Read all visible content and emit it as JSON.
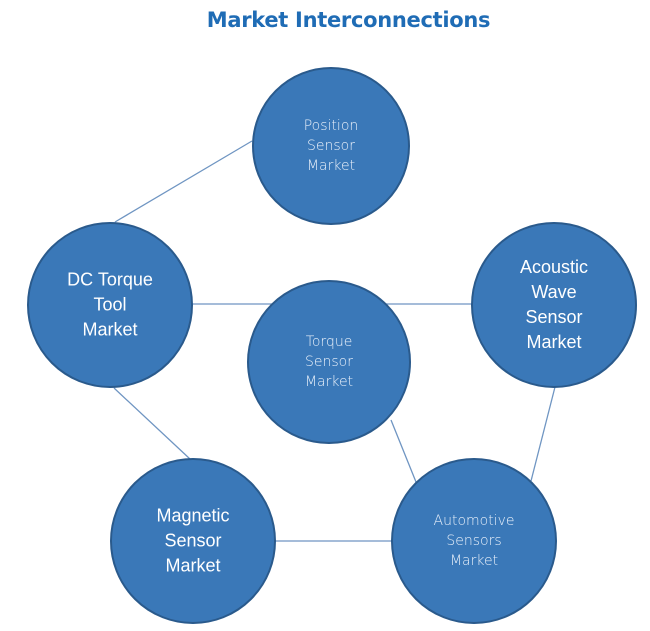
{
  "title": "Market Interconnections",
  "colors": {
    "title": "#1f6cb5",
    "node_fill": "#3a78b8",
    "node_stroke": "#2a5a8c",
    "edge": "#6f95c2",
    "label": "#ffffff"
  },
  "nodes": [
    {
      "id": "position",
      "lines": [
        "Position",
        "Sensor",
        "Market"
      ]
    },
    {
      "id": "dc-torque",
      "lines": [
        "DC Torque",
        "Tool",
        "Market"
      ]
    },
    {
      "id": "torque-sensor",
      "lines": [
        "Torque",
        "Sensor",
        "Market"
      ]
    },
    {
      "id": "acoustic",
      "lines": [
        "Acoustic",
        "Wave",
        "Sensor",
        "Market"
      ]
    },
    {
      "id": "magnetic",
      "lines": [
        "Magnetic",
        "Sensor",
        "Market"
      ]
    },
    {
      "id": "automotive",
      "lines": [
        "Automotive",
        "Sensors",
        "Market"
      ]
    }
  ],
  "edges": [
    {
      "from": "dc-torque",
      "to": "position"
    },
    {
      "from": "dc-torque",
      "to": "acoustic"
    },
    {
      "from": "dc-torque",
      "to": "magnetic"
    },
    {
      "from": "magnetic",
      "to": "automotive"
    },
    {
      "from": "torque-sensor",
      "to": "automotive"
    },
    {
      "from": "acoustic",
      "to": "automotive"
    }
  ]
}
